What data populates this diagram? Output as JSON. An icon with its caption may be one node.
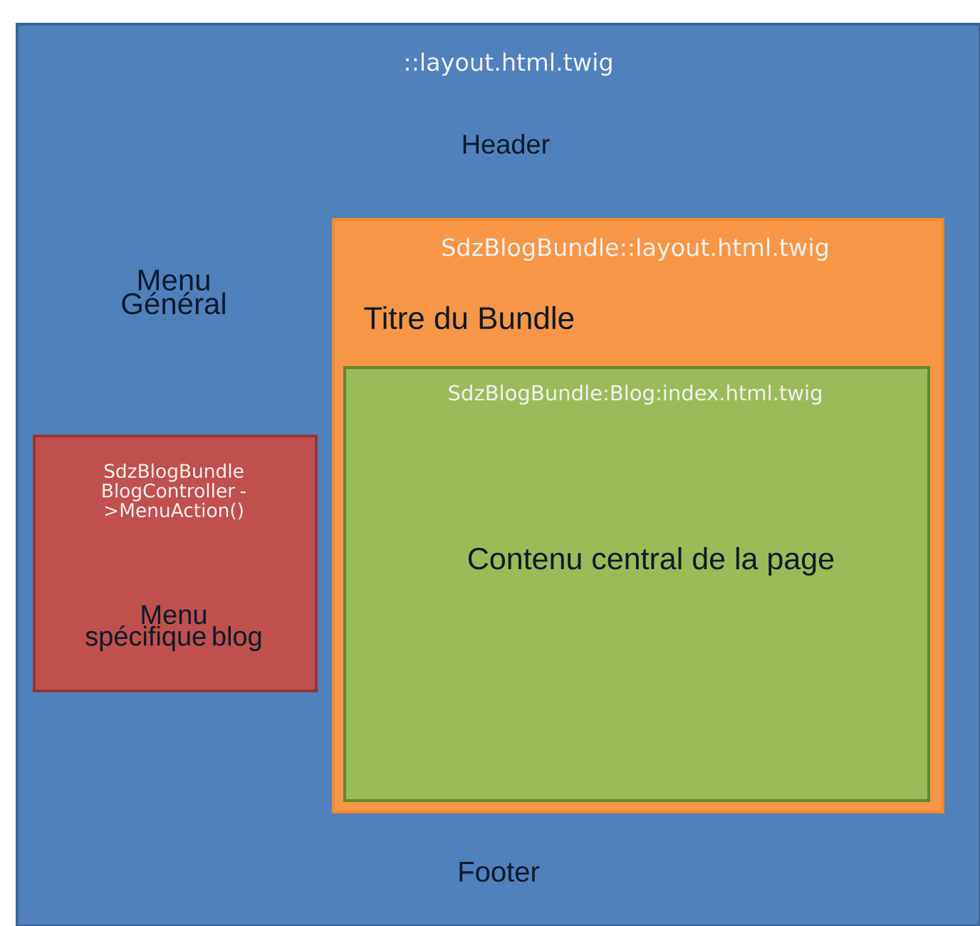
{
  "diagram": {
    "nodes": [
      {
        "text": [
          "::layout.html.twig",
          "Header",
          "Menu Général",
          "Footer"
        ]
      },
      {
        "text": [
          "SdzBlogBundle::layout.html.twig",
          "Titre du Bundle"
        ],
        "in": 0
      },
      {
        "text": [
          "SdzBlogBundle:Blog:index.html.twig",
          "Contenu central de la page"
        ],
        "in": 1
      },
      {
        "text": [
          "SdzBlogBundle BlogController ->MenuAction()",
          "Menu spécifique blog"
        ],
        "in": 0
      }
    ]
  }
}
